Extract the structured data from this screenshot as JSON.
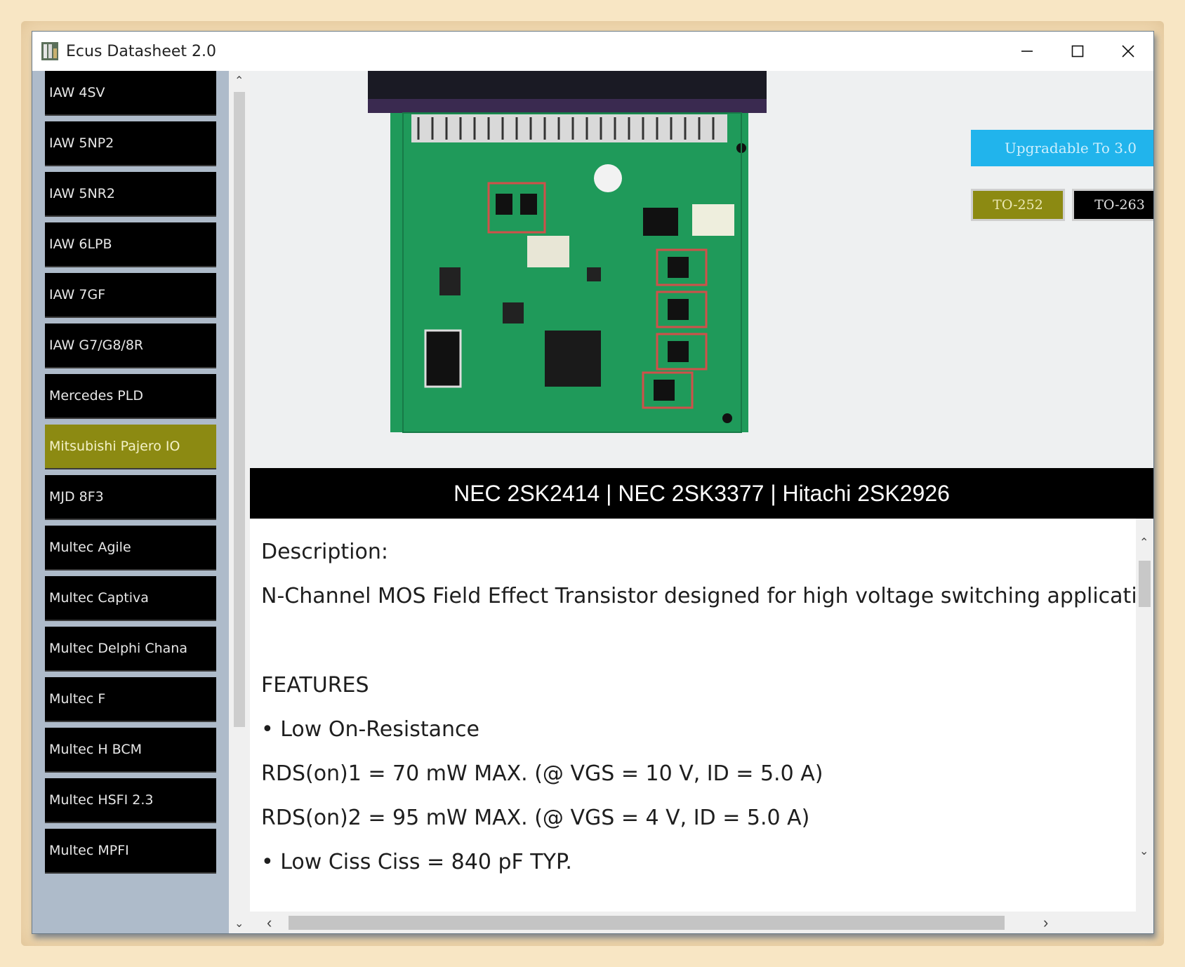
{
  "window": {
    "title": "Ecus Datasheet 2.0",
    "icons": {
      "app": "ecu-app-icon",
      "minimize": "minimize-icon",
      "maximize": "maximize-icon",
      "close": "close-icon"
    }
  },
  "sidebar": {
    "items": [
      {
        "label": "IAW 4SV"
      },
      {
        "label": "IAW 5NP2"
      },
      {
        "label": "IAW 5NR2"
      },
      {
        "label": "IAW 6LPB"
      },
      {
        "label": "IAW 7GF"
      },
      {
        "label": "IAW G7/G8/8R"
      },
      {
        "label": "Mercedes PLD"
      },
      {
        "label": "Mitsubishi Pajero IO",
        "active": true
      },
      {
        "label": "MJD 8F3"
      },
      {
        "label": "Multec Agile"
      },
      {
        "label": "Multec Captiva"
      },
      {
        "label": "Multec Delphi Chana"
      },
      {
        "label": "Multec F"
      },
      {
        "label": "Multec H BCM"
      },
      {
        "label": "Multec HSFI 2.3"
      },
      {
        "label": "Multec MPFI"
      }
    ],
    "active_color": "#8c8a12"
  },
  "main": {
    "upgrade_button": "Upgradable To 3.0",
    "package_buttons": [
      "TO-252",
      "TO-263"
    ],
    "part_banner": "NEC 2SK2414 | NEC 2SK3377 | Hitachi 2SK2926",
    "description": {
      "heading": "Description:",
      "summary": "N-Channel MOS Field Effect Transistor designed for high voltage switching applications.",
      "features_heading": "FEATURES",
      "lines": [
        "• Low On-Resistance",
        "RDS(on)1 = 70 mW MAX. (@ VGS = 10 V, ID = 5.0 A)",
        "RDS(on)2 = 95 mW MAX. (@ VGS = 4 V, ID = 5.0 A)",
        "• Low Ciss Ciss = 840 pF TYP."
      ]
    }
  },
  "colors": {
    "accent_blue": "#21b4ec",
    "olive": "#8c8a12",
    "sidebar_bg": "#aebbca",
    "pcb_green": "#1f9a5a"
  }
}
